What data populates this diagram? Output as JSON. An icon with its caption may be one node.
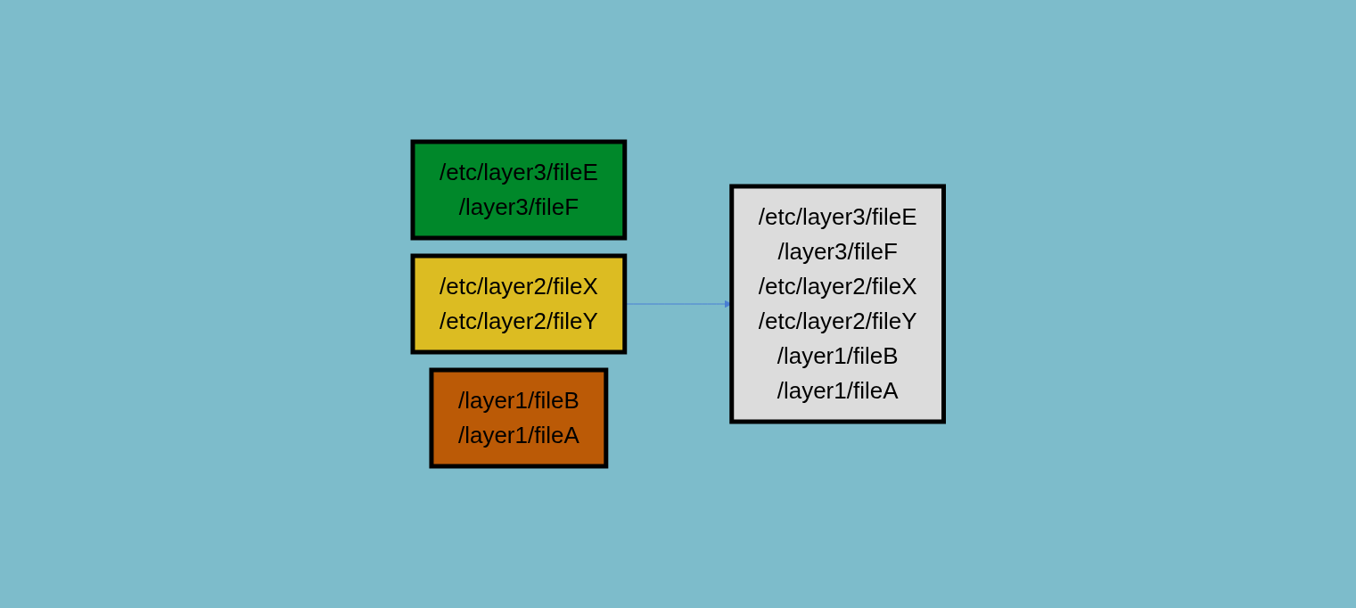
{
  "diagram": {
    "nodes": [
      {
        "text": [
          "/etc/layer3/fileE",
          "/layer3/fileF"
        ]
      },
      {
        "text": [
          "/etc/layer2/fileX",
          "/etc/layer2/fileY"
        ]
      },
      {
        "text": [
          "/layer1/fileB",
          "/layer1/fileA"
        ]
      },
      {
        "text": [
          "/etc/layer3/fileE",
          "/layer3/fileF",
          "/etc/layer2/fileX",
          "/etc/layer2/fileY",
          "/layer1/fileB",
          "/layer1/fileA"
        ]
      }
    ],
    "edges": [
      {
        "from": 1,
        "to": 3,
        "arrow": "to"
      }
    ]
  }
}
